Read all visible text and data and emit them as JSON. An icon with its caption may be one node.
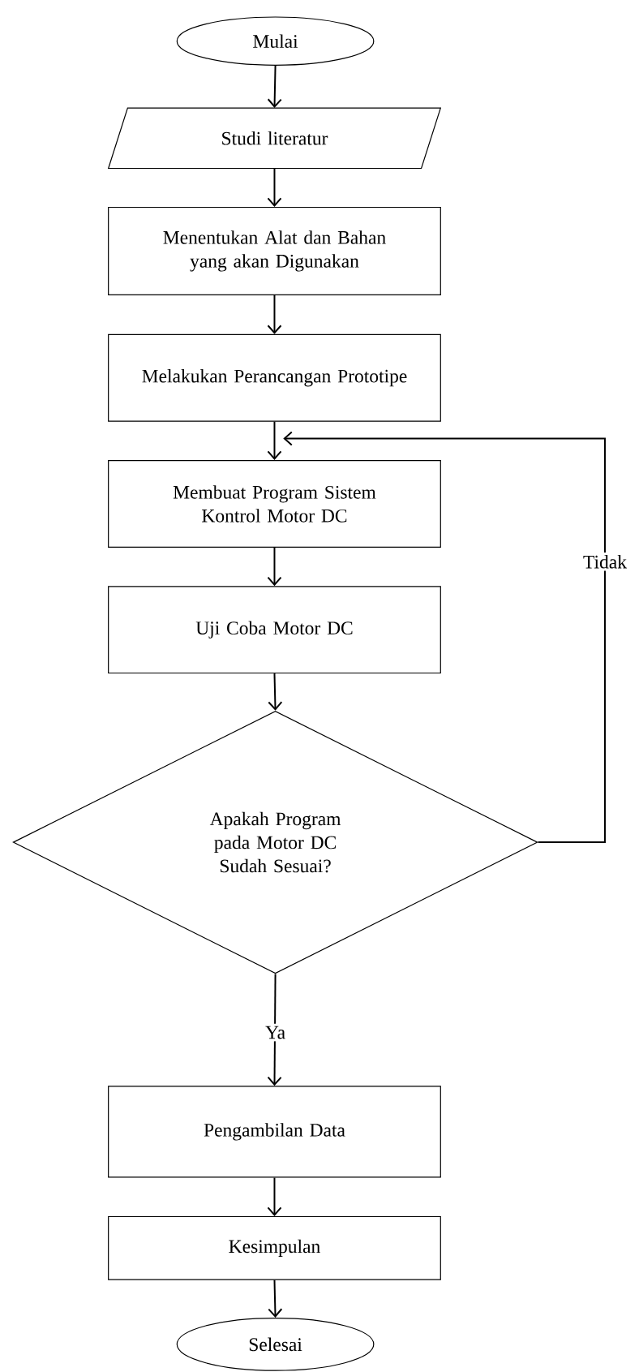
{
  "diagram": {
    "nodes": [
      {
        "text": [
          "Mulai"
        ]
      },
      {
        "text": [
          "Studi literatur"
        ]
      },
      {
        "text": [
          "Menentukan Alat dan Bahan yang akan Digunakan"
        ]
      },
      {
        "text": [
          "Melakukan Perancangan Prototipe"
        ]
      },
      {
        "text": [
          "Membuat Program Sistem Kontrol Motor DC"
        ]
      },
      {
        "text": [
          "Uji Coba Motor DC"
        ]
      },
      {
        "text": [
          "Apakah Program pada Motor DC Sudah Sesuai?"
        ]
      },
      {
        "text": [
          "Pengambilan Data"
        ]
      },
      {
        "text": [
          "Kesimpulan"
        ]
      },
      {
        "text": [
          "Selesai"
        ]
      }
    ],
    "edges": [
      {
        "from": 0,
        "to": 1,
        "arrow": "to"
      },
      {
        "from": 1,
        "to": 2,
        "arrow": "to"
      },
      {
        "from": 2,
        "to": 3,
        "arrow": "to"
      },
      {
        "from": 3,
        "to": 4,
        "arrow": "to"
      },
      {
        "from": 4,
        "to": 5,
        "arrow": "to"
      },
      {
        "from": 5,
        "to": 6,
        "arrow": "to"
      },
      {
        "from": 6,
        "to": 7,
        "label": "Ya",
        "arrow": "to"
      },
      {
        "from": 7,
        "to": 8,
        "arrow": "to"
      },
      {
        "from": 8,
        "to": 9,
        "arrow": "to"
      },
      {
        "from": 6,
        "to": 4,
        "label": "Tidak",
        "arrow": "to"
      }
    ]
  }
}
